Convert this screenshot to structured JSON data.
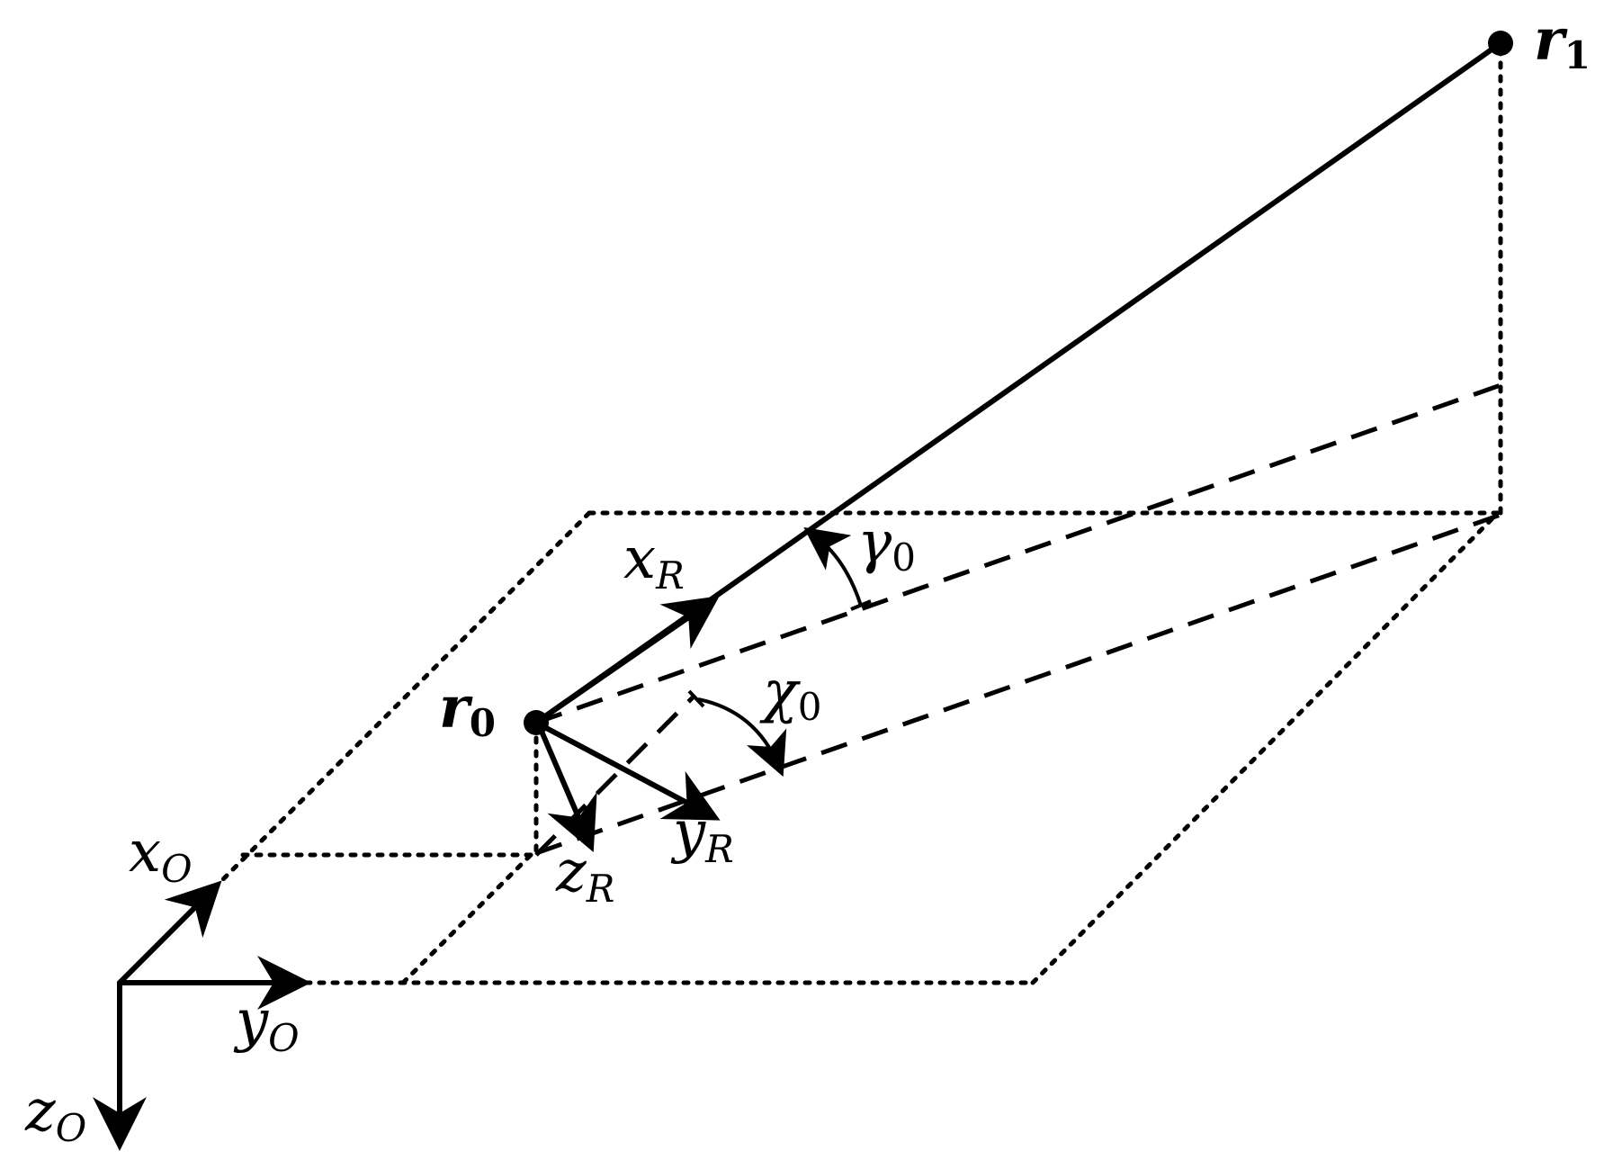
{
  "labels": {
    "r1": {
      "symbol": "r",
      "sub": "1"
    },
    "r0": {
      "symbol": "r",
      "sub": "0"
    },
    "xR": {
      "symbol": "x",
      "sub": "R"
    },
    "yR": {
      "symbol": "y",
      "sub": "R"
    },
    "zR": {
      "symbol": "z",
      "sub": "R"
    },
    "xO": {
      "symbol": "x",
      "sub": "O"
    },
    "yO": {
      "symbol": "y",
      "sub": "O"
    },
    "zO": {
      "symbol": "z",
      "sub": "O"
    },
    "gamma0": {
      "symbol": "γ",
      "sub": "0"
    },
    "chi0": {
      "symbol": "χ",
      "sub": "0"
    }
  }
}
